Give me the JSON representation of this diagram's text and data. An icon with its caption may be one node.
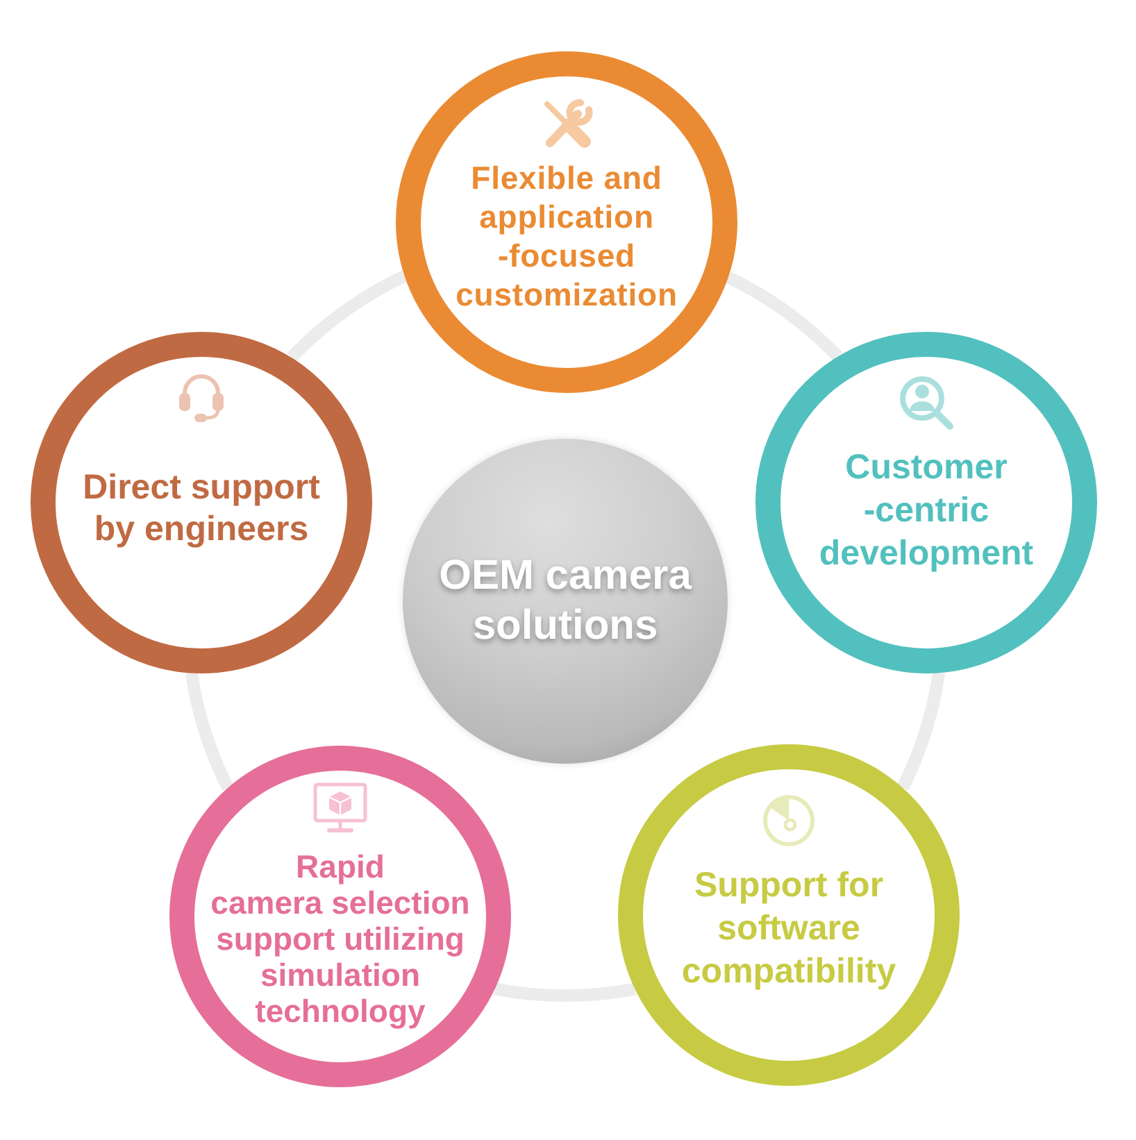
{
  "diagram": {
    "nodes": [
      {
        "text": [
          "OEM camera solutions"
        ]
      },
      {
        "text": [
          "Flexible and application -focused customization"
        ]
      },
      {
        "text": [
          "Customer -centric development"
        ]
      },
      {
        "text": [
          "Support for software compatibility"
        ]
      },
      {
        "text": [
          "Rapid camera selection support utilizing simulation technology"
        ]
      },
      {
        "text": [
          "Direct support by engineers"
        ]
      }
    ],
    "edges": [
      {
        "from": 1,
        "to": 2,
        "arrow": "none"
      },
      {
        "from": 2,
        "to": 3,
        "arrow": "none"
      },
      {
        "from": 3,
        "to": 4,
        "arrow": "none"
      },
      {
        "from": 4,
        "to": 5,
        "arrow": "none"
      },
      {
        "from": 5,
        "to": 1,
        "arrow": "none"
      }
    ]
  }
}
